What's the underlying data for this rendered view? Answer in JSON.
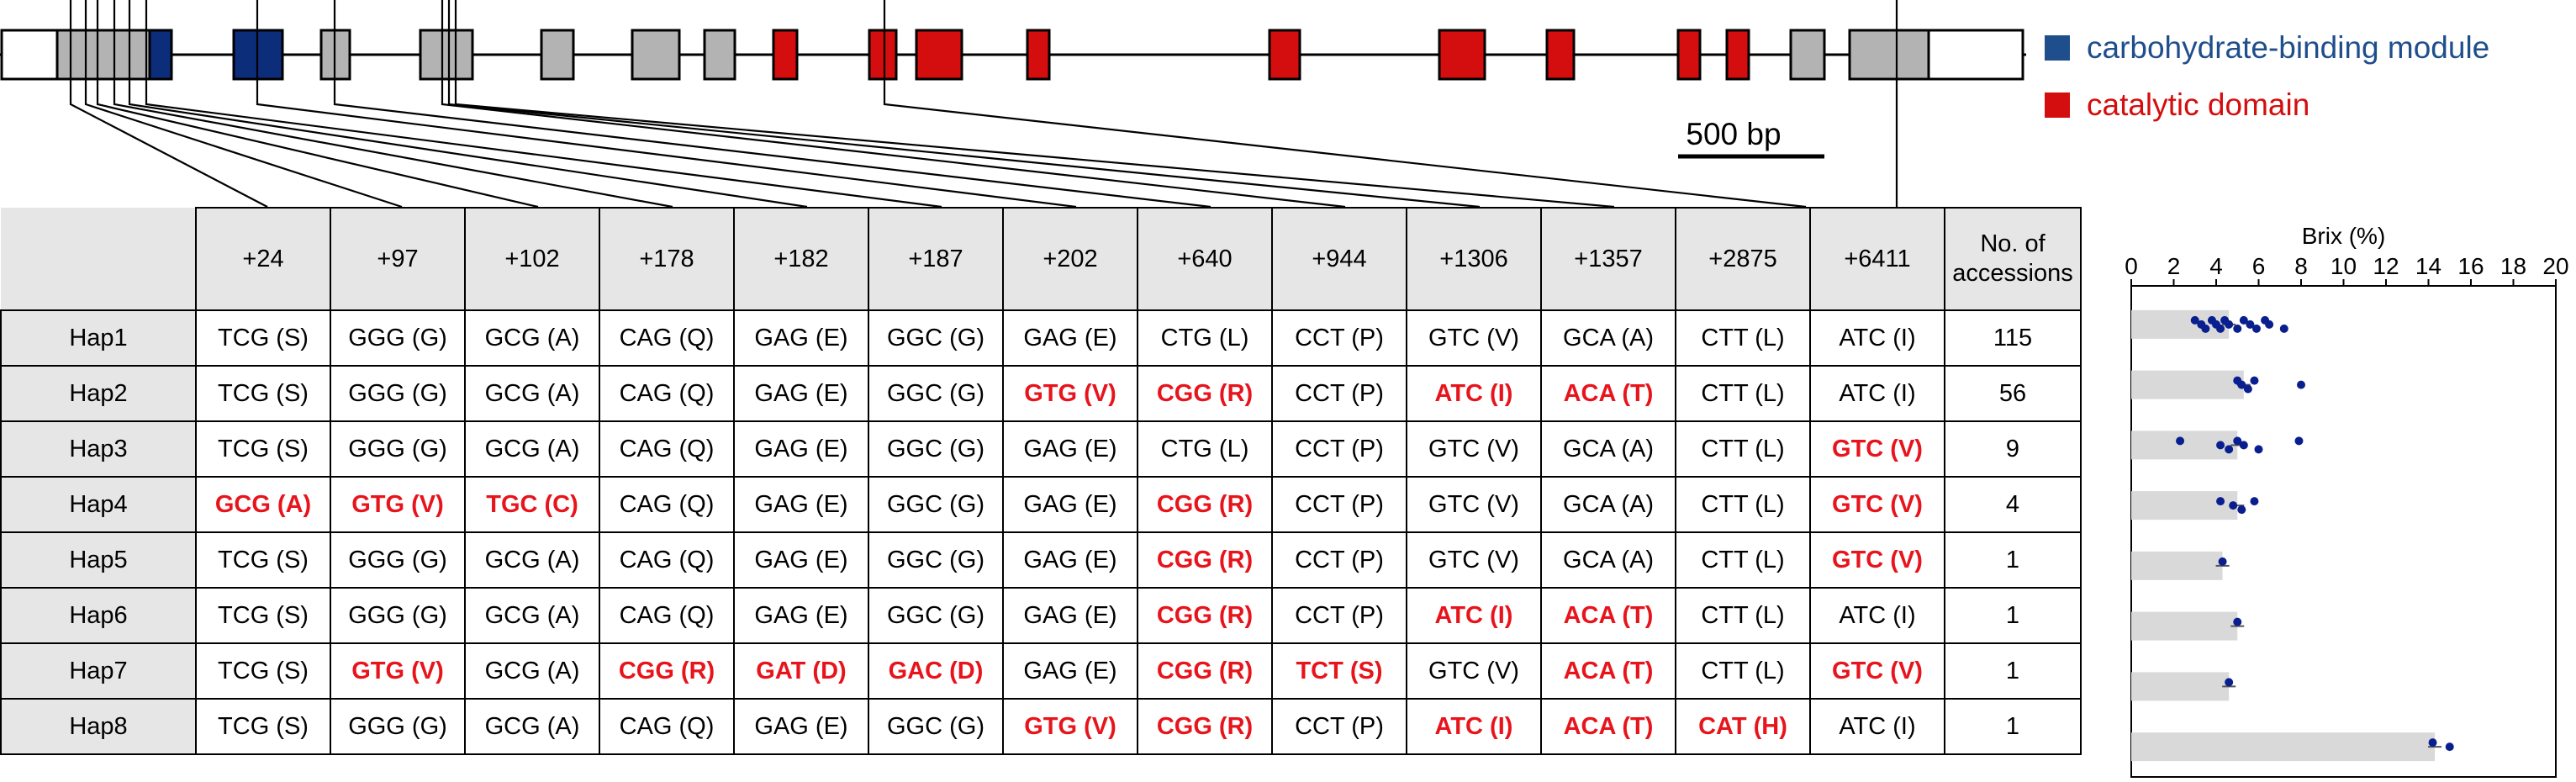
{
  "legend": [
    {
      "label": "carbohydrate-binding module",
      "color": "#0b2d7a",
      "text_color": "#1f4e8c"
    },
    {
      "label": "catalytic domain",
      "color": "#d40e0e",
      "text_color": "#d40e0e"
    }
  ],
  "scale_bar": "500 bp",
  "table": {
    "positions": [
      "+24",
      "+97",
      "+102",
      "+178",
      "+182",
      "+187",
      "+202",
      "+640",
      "+944",
      "+1306",
      "+1357",
      "+2875",
      "+6411"
    ],
    "count_header": "No. of accessions",
    "rows": [
      {
        "hap": "Hap1",
        "count": "115",
        "cells": [
          "TCG (S)",
          "GGG (G)",
          "GCG (A)",
          "CAG (Q)",
          "GAG (E)",
          "GGC (G)",
          "GAG (E)",
          "CTG (L)",
          "CCT (P)",
          "GTC (V)",
          "GCA (A)",
          "CTT (L)",
          "ATC (I)"
        ],
        "mut": [
          0,
          0,
          0,
          0,
          0,
          0,
          0,
          0,
          0,
          0,
          0,
          0,
          0
        ]
      },
      {
        "hap": "Hap2",
        "count": "56",
        "cells": [
          "TCG (S)",
          "GGG (G)",
          "GCG (A)",
          "CAG (Q)",
          "GAG (E)",
          "GGC (G)",
          "GTG (V)",
          "CGG (R)",
          "CCT (P)",
          "ATC (I)",
          "ACA (T)",
          "CTT (L)",
          "ATC (I)"
        ],
        "mut": [
          0,
          0,
          0,
          0,
          0,
          0,
          1,
          1,
          0,
          1,
          1,
          0,
          0
        ]
      },
      {
        "hap": "Hap3",
        "count": "9",
        "cells": [
          "TCG (S)",
          "GGG (G)",
          "GCG (A)",
          "CAG (Q)",
          "GAG (E)",
          "GGC (G)",
          "GAG (E)",
          "CTG (L)",
          "CCT (P)",
          "GTC (V)",
          "GCA (A)",
          "CTT (L)",
          "GTC (V)"
        ],
        "mut": [
          0,
          0,
          0,
          0,
          0,
          0,
          0,
          0,
          0,
          0,
          0,
          0,
          1
        ]
      },
      {
        "hap": "Hap4",
        "count": "4",
        "cells": [
          "GCG (A)",
          "GTG (V)",
          "TGC (C)",
          "CAG (Q)",
          "GAG (E)",
          "GGC (G)",
          "GAG (E)",
          "CGG (R)",
          "CCT (P)",
          "GTC (V)",
          "GCA (A)",
          "CTT (L)",
          "GTC (V)"
        ],
        "mut": [
          1,
          1,
          1,
          0,
          0,
          0,
          0,
          1,
          0,
          0,
          0,
          0,
          1
        ]
      },
      {
        "hap": "Hap5",
        "count": "1",
        "cells": [
          "TCG (S)",
          "GGG (G)",
          "GCG (A)",
          "CAG (Q)",
          "GAG (E)",
          "GGC (G)",
          "GAG (E)",
          "CGG (R)",
          "CCT (P)",
          "GTC (V)",
          "GCA (A)",
          "CTT (L)",
          "GTC (V)"
        ],
        "mut": [
          0,
          0,
          0,
          0,
          0,
          0,
          0,
          1,
          0,
          0,
          0,
          0,
          1
        ]
      },
      {
        "hap": "Hap6",
        "count": "1",
        "cells": [
          "TCG (S)",
          "GGG (G)",
          "GCG (A)",
          "CAG (Q)",
          "GAG (E)",
          "GGC (G)",
          "GAG (E)",
          "CGG (R)",
          "CCT (P)",
          "ATC (I)",
          "ACA (T)",
          "CTT (L)",
          "ATC (I)"
        ],
        "mut": [
          0,
          0,
          0,
          0,
          0,
          0,
          0,
          1,
          0,
          1,
          1,
          0,
          0
        ]
      },
      {
        "hap": "Hap7",
        "count": "1",
        "cells": [
          "TCG (S)",
          "GTG (V)",
          "GCG (A)",
          "CGG (R)",
          "GAT (D)",
          "GAC (D)",
          "GAG (E)",
          "CGG (R)",
          "TCT (S)",
          "GTC (V)",
          "ACA (T)",
          "CTT (L)",
          "GTC (V)"
        ],
        "mut": [
          0,
          1,
          0,
          1,
          1,
          1,
          0,
          1,
          1,
          0,
          1,
          0,
          1
        ]
      },
      {
        "hap": "Hap8",
        "count": "1",
        "cells": [
          "TCG (S)",
          "GGG (G)",
          "GCG (A)",
          "CAG (Q)",
          "GAG (E)",
          "GGC (G)",
          "GTG (V)",
          "CGG (R)",
          "CCT (P)",
          "ATC (I)",
          "ACA (T)",
          "CAT (H)",
          "ATC (I)"
        ],
        "mut": [
          0,
          0,
          0,
          0,
          0,
          0,
          1,
          1,
          0,
          1,
          1,
          1,
          0
        ]
      }
    ]
  },
  "chart_data": {
    "type": "bar",
    "title": "Brix (%)",
    "xlim": [
      0,
      20
    ],
    "ticks": [
      "0",
      "2",
      "4",
      "6",
      "8",
      "10",
      "12",
      "14",
      "16",
      "18",
      "20"
    ],
    "orientation": "horizontal",
    "bar_color": "#d9d9d9",
    "point_color": "#0a1f8f",
    "categories": [
      "Hap1",
      "Hap2",
      "Hap3",
      "Hap4",
      "Hap5",
      "Hap6",
      "Hap7",
      "Hap8"
    ],
    "values": [
      4.6,
      5.3,
      5.0,
      5.0,
      4.3,
      5.0,
      4.6,
      14.3
    ],
    "points": [
      [
        3.0,
        3.3,
        3.5,
        3.8,
        4.0,
        4.2,
        4.4,
        4.6,
        5.0,
        5.3,
        5.6,
        5.9,
        6.3,
        6.5,
        7.2
      ],
      [
        5.0,
        5.2,
        5.5,
        5.8,
        8.0
      ],
      [
        2.3,
        4.2,
        4.6,
        5.0,
        5.3,
        6.0,
        7.9
      ],
      [
        4.2,
        4.8,
        5.2,
        5.8
      ],
      [
        4.3
      ],
      [
        5.0
      ],
      [
        4.6
      ],
      [
        14.2,
        15.0
      ]
    ]
  }
}
